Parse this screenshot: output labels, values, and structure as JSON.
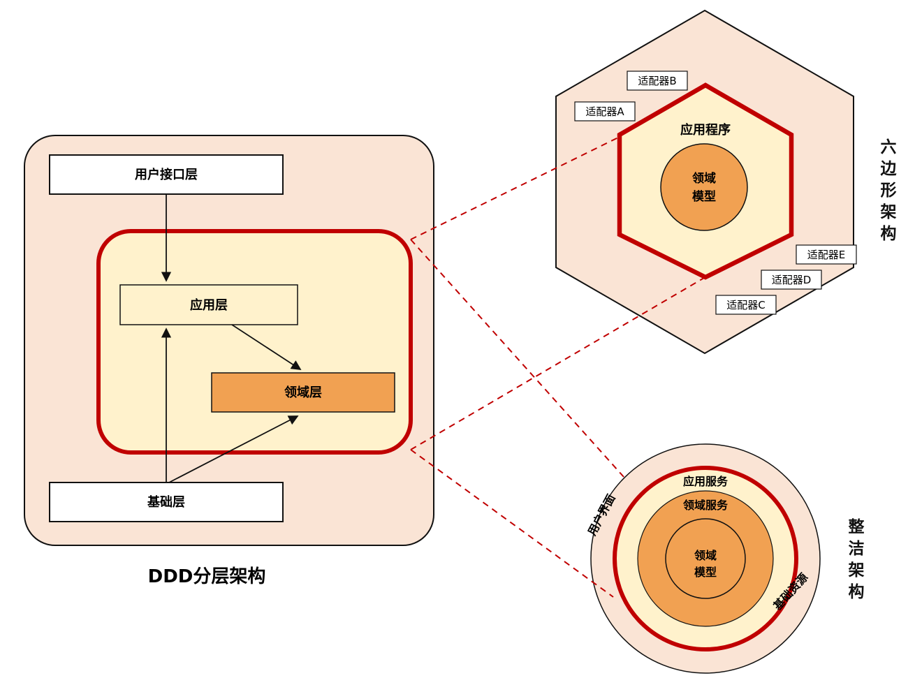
{
  "colors": {
    "peach": "#FAE4D5",
    "cream": "#FFF2CC",
    "orange": "#F1A152",
    "red": "#C00000",
    "ink": "#111111",
    "white": "#FFFFFF"
  },
  "ddd": {
    "title": "DDD分层架构",
    "ui_layer": "用户接口层",
    "app_layer": "应用层",
    "domain_layer": "领域层",
    "infra_layer": "基础层"
  },
  "hex": {
    "title": "六边形架构",
    "app_label": "应用程序",
    "core_line1": "领域",
    "core_line2": "模型",
    "adapter_a": "适配器A",
    "adapter_b": "适配器B",
    "adapter_c": "适配器C",
    "adapter_d": "适配器D",
    "adapter_e": "适配器E"
  },
  "clean": {
    "title": "整洁架构",
    "app_ring": "应用服务",
    "domain_ring": "领域服务",
    "core_line1": "领域",
    "core_line2": "模型",
    "left_label": "用户界面",
    "bottom_label": "基础资源"
  }
}
